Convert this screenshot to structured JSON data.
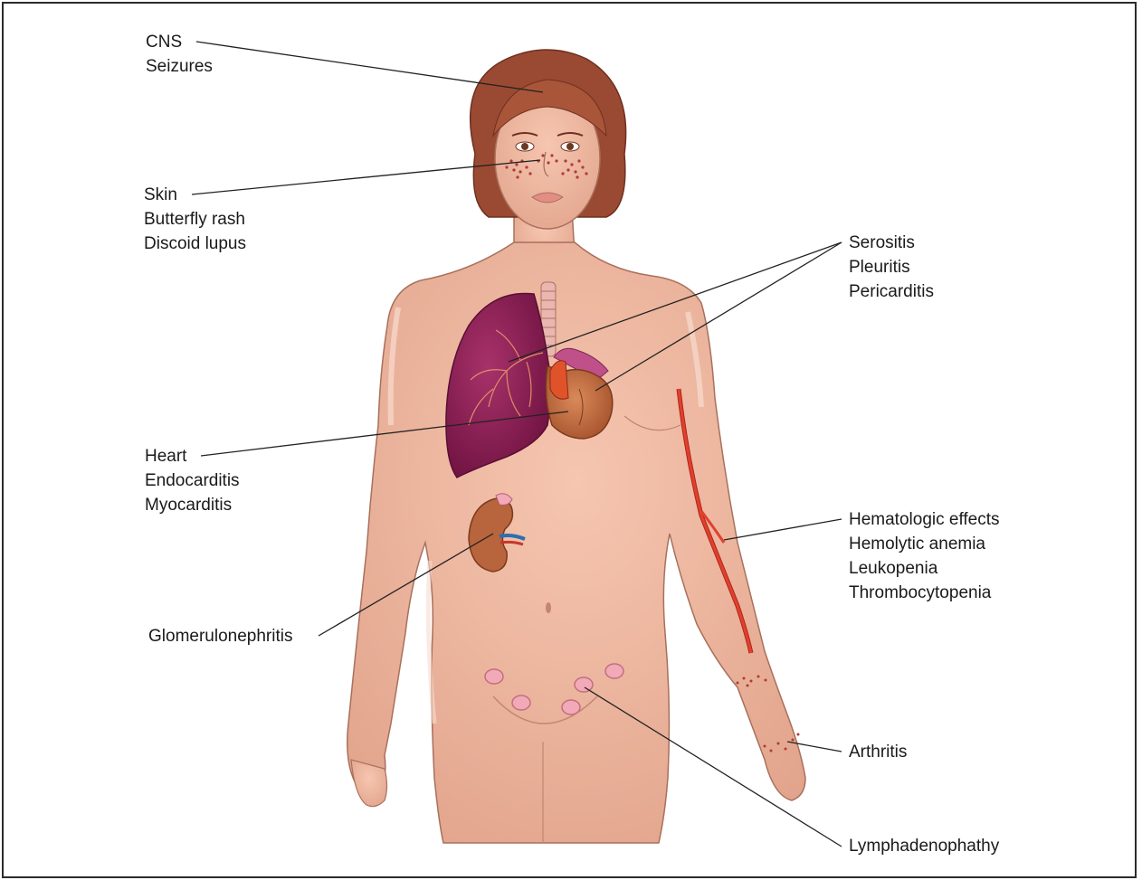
{
  "labels": {
    "cns": {
      "line1": "CNS",
      "line2": "Seizures"
    },
    "skin": {
      "line1": "Skin",
      "line2": "Butterfly rash",
      "line3": "Discoid lupus"
    },
    "serositis": {
      "line1": "Serositis",
      "line2": "Pleuritis",
      "line3": "Pericarditis"
    },
    "heart": {
      "line1": "Heart",
      "line2": "Endocarditis",
      "line3": "Myocarditis"
    },
    "hematologic": {
      "line1": "Hematologic effects",
      "line2": "Hemolytic anemia",
      "line3": "Leukopenia",
      "line4": "Thrombocytopenia"
    },
    "kidney": {
      "line1": "Glomerulonephritis"
    },
    "joints": {
      "line1": "Arthritis"
    },
    "lymph": {
      "line1": "Lymphadenophathy"
    }
  },
  "colors": {
    "skin": "#f0b8a0",
    "skin_shadow": "#d99a82",
    "hair": "#9a4a32",
    "lung": "#8e1f55",
    "heart": "#c8562e",
    "kidney": "#b8643c",
    "lymph_node": "#f2a9b8",
    "vessel": "#d9301f",
    "leader_line": "#222222"
  }
}
